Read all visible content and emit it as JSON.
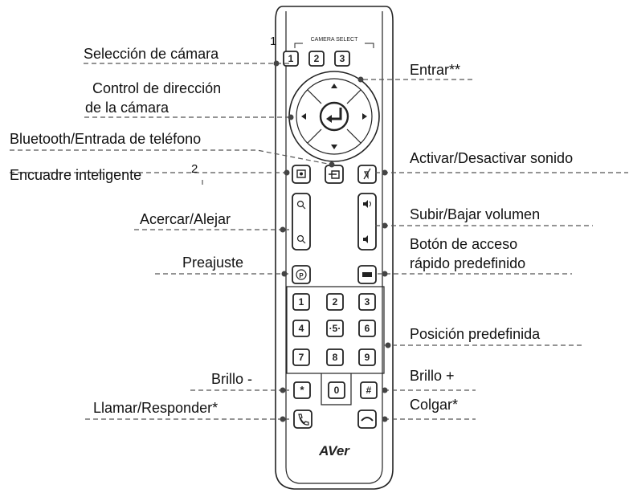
{
  "labels": {
    "camera_select": "Selección de cámara",
    "camera_select_note": "1",
    "direction": "Control de dirección",
    "direction_line2": "de la cámara",
    "bluetooth": "Bluetooth/Entrada de teléfono",
    "smart_frame": "Encuadre inteligente",
    "smart_frame_note": "2",
    "zoom": "Acercar/Alejar",
    "preset": "Preajuste",
    "brightness_down": "Brillo -",
    "call": "Llamar/Responder*",
    "enter": "Entrar**",
    "mute": "Activar/Desactivar sonido",
    "volume": "Subir/Bajar volumen",
    "hotkey": "Botón de acceso",
    "hotkey_line2": "rápido predefinido",
    "preset_position": "Posición predefinida",
    "brightness_up": "Brillo +",
    "hangup": "Colgar*"
  },
  "remote": {
    "camera_select_caption": "CAMERA SELECT",
    "camera_keys": [
      "1",
      "2",
      "3"
    ],
    "keypad": [
      "1",
      "2",
      "3",
      "4",
      "·5·",
      "6",
      "7",
      "8",
      "9"
    ],
    "star": "*",
    "zero": "0",
    "hash": "#",
    "brand": "AVer"
  },
  "colors": {
    "outline": "#222222",
    "leader": "#555555",
    "dot": "#444444"
  }
}
